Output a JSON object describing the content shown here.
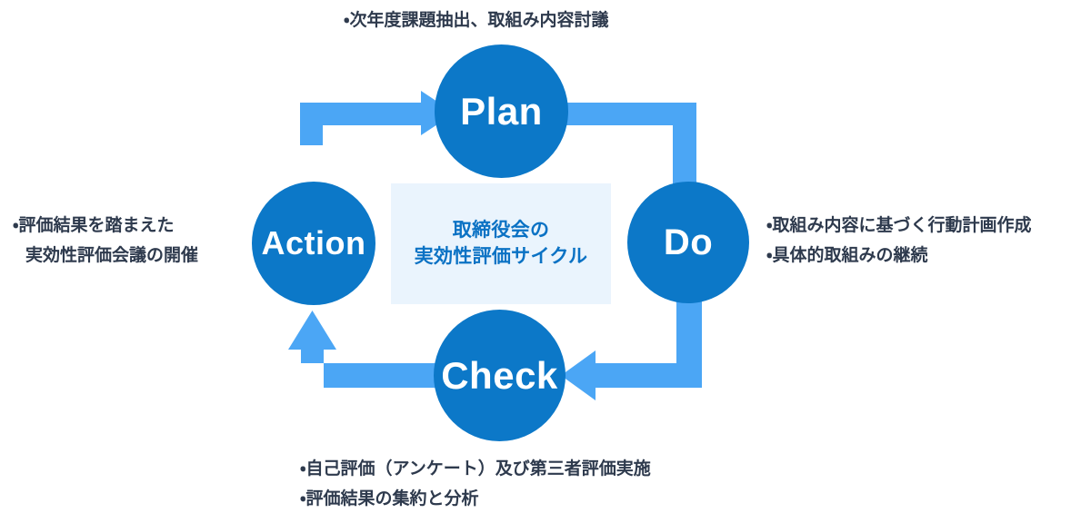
{
  "diagram": {
    "title_center": {
      "line1": "取締役会の",
      "line2": "実効性評価サイクル"
    },
    "nodes": [
      {
        "id": "plan",
        "label": "Plan",
        "name": "node-plan"
      },
      {
        "id": "do",
        "label": "Do",
        "name": "node-do"
      },
      {
        "id": "check",
        "label": "Check",
        "name": "node-check"
      },
      {
        "id": "action",
        "label": "Action",
        "name": "node-action"
      }
    ],
    "annotations": {
      "top": {
        "line1": "・次年度課題抽出、取組み内容討議"
      },
      "right": {
        "line1": "・取組み内容に基づく行動計画作成",
        "line2": "・具体的取組みの継続"
      },
      "left": {
        "line1": "・評価結果を踏まえた",
        "line2": "実効性評価会議の開催"
      },
      "bottom": {
        "line1": "・自己評価（アンケート）及び第三者評価実施",
        "line2": "・評価結果の集約と分析"
      }
    },
    "colors": {
      "node_blue": "#0c78c8",
      "arrow_blue": "#4ba6f5",
      "center_panel_bg": "#eaf4fd",
      "center_text": "#0b72c4",
      "annotation_text": "#2e3a4d",
      "background": "#ffffff"
    },
    "flow_order": [
      "Plan",
      "Do",
      "Check",
      "Action"
    ]
  }
}
